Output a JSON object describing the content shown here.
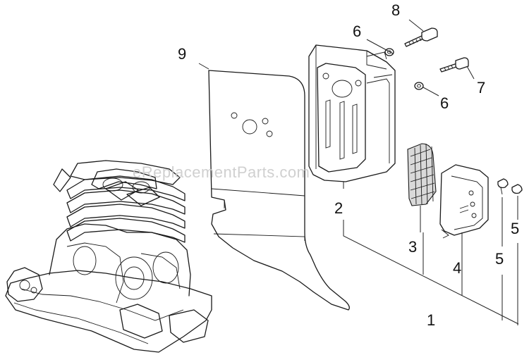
{
  "watermark": "eReplacementParts.com",
  "callouts": [
    "1",
    "2",
    "3",
    "4",
    "5",
    "5",
    "6",
    "6",
    "7",
    "8",
    "9"
  ],
  "parts": [
    {
      "number": "1",
      "name": "muffler-assembly"
    },
    {
      "number": "2",
      "name": "muffler-body"
    },
    {
      "number": "3",
      "name": "spark-arrestor-screen"
    },
    {
      "number": "4",
      "name": "muffler-cover"
    },
    {
      "number": "5",
      "name": "screw"
    },
    {
      "number": "6",
      "name": "washer"
    },
    {
      "number": "7",
      "name": "bolt"
    },
    {
      "number": "8",
      "name": "bolt"
    },
    {
      "number": "9",
      "name": "heat-shield-plate"
    }
  ],
  "colors": {
    "line": "#1a1a1a",
    "watermark": "#c8c8c8",
    "background": "#ffffff"
  }
}
